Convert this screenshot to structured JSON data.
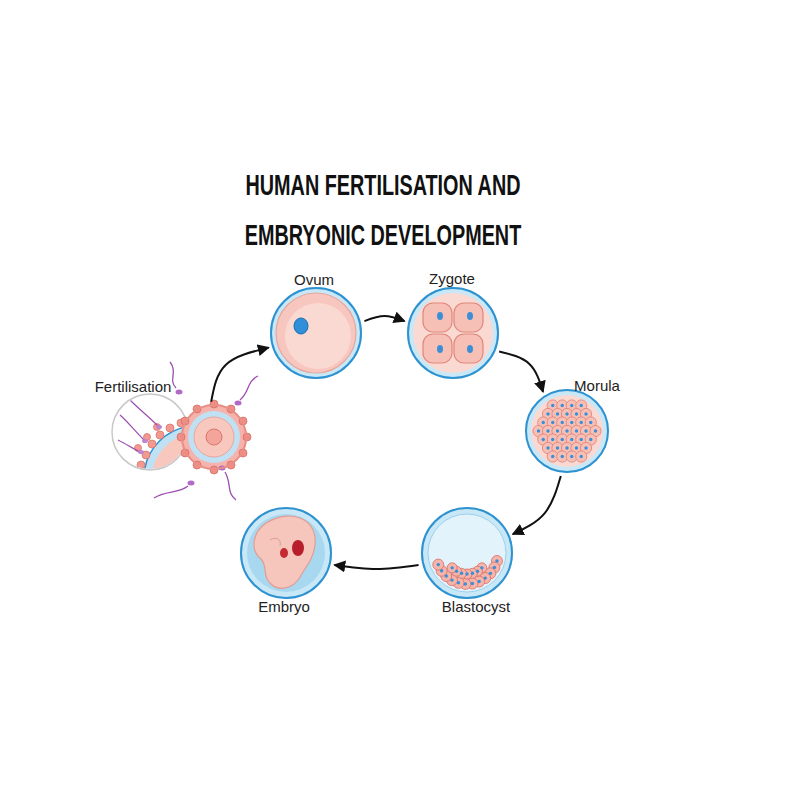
{
  "diagram": {
    "title": "HUMAN FERTILISATION AND EMBRYONIC DEVELOPMENT",
    "nodes": [
      {
        "text": [
          "Fertilisation"
        ]
      },
      {
        "text": [
          "Ovum"
        ]
      },
      {
        "text": [
          "Zygote"
        ]
      },
      {
        "text": [
          "Morula"
        ]
      },
      {
        "text": [
          "Blastocyst"
        ]
      },
      {
        "text": [
          "Embryo"
        ]
      }
    ],
    "edges": [
      {
        "from": 0,
        "to": 1,
        "arrow": "to"
      },
      {
        "from": 1,
        "to": 2,
        "arrow": "to"
      },
      {
        "from": 2,
        "to": 3,
        "arrow": "to"
      },
      {
        "from": 3,
        "to": 4,
        "arrow": "to"
      },
      {
        "from": 4,
        "to": 5,
        "arrow": "to"
      }
    ]
  }
}
